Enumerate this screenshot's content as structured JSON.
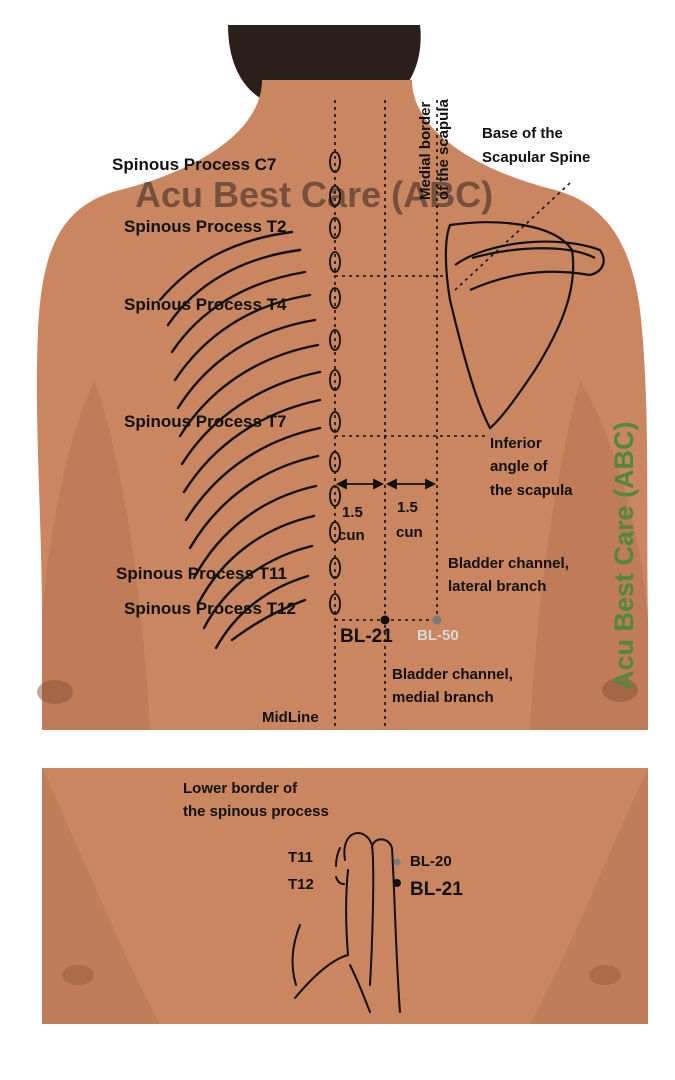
{
  "watermark": {
    "horizontal": "Acu Best Care (ABC)",
    "vertical": "Acu Best Care (ABC)",
    "vertical_color": "#4f8a3a"
  },
  "colors": {
    "skin": "#c98660",
    "skin_dark": "#b87352",
    "hair": "#2a1f1a",
    "line": "#111111",
    "bl50_point": "#7a7a7a"
  },
  "spinous_labels": {
    "c7": "Spinous Process C7",
    "t2": "Spinous Process T2",
    "t4": "Spinous Process T4",
    "t7": "Spinous Process T7",
    "t11": "Spinous Process T11",
    "t12": "Spinous Process T12"
  },
  "scapula_labels": {
    "medial_border_line1": "Medial border",
    "medial_border_line2": "of the scapula",
    "base_spine_line1": "Base of the",
    "base_spine_line2": "Scapular Spine",
    "inferior_line1": "Inferior",
    "inferior_line2": "angle of",
    "inferior_line3": "the scapula"
  },
  "measure": {
    "left_value": "1.5",
    "left_unit": "cun",
    "right_value": "1.5",
    "right_unit": "cun"
  },
  "channels": {
    "lateral_line1": "Bladder channel,",
    "lateral_line2": "lateral branch",
    "medial_line1": "Bladder channel,",
    "medial_line2": "medial branch",
    "midline": "MidLine"
  },
  "points": {
    "bl21": "BL-21",
    "bl50": "BL-50"
  },
  "lower": {
    "border_line1": "Lower border of",
    "border_line2": "the spinous process",
    "t11": "T11",
    "t12": "T12",
    "bl20": "BL-20",
    "bl21": "BL-21"
  }
}
